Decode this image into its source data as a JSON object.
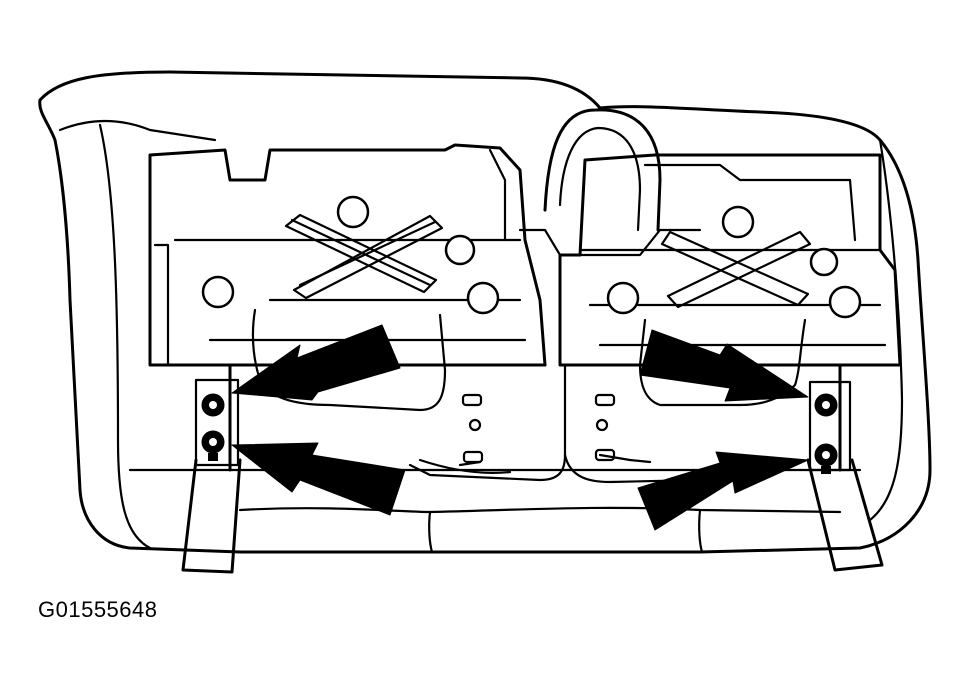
{
  "figure": {
    "code": "G01555648",
    "arrow_count": 4,
    "callouts": [
      "upper-left-bolt",
      "lower-left-bolt",
      "upper-right-bolt",
      "lower-right-bolt"
    ]
  }
}
